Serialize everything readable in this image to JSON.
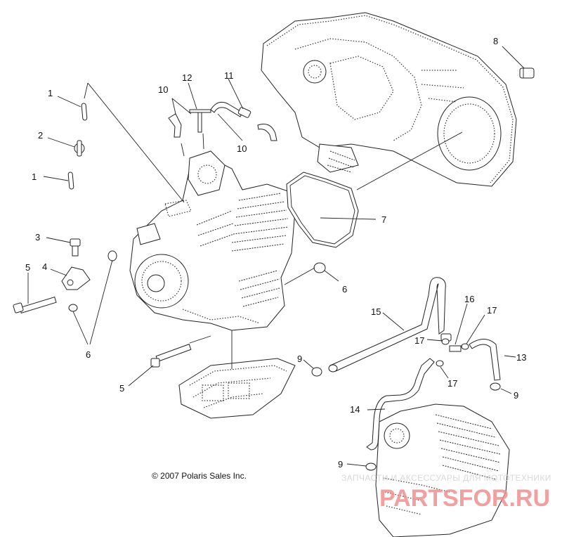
{
  "callouts": {
    "c1a": "1",
    "c1b": "1",
    "c2": "2",
    "c3": "3",
    "c4": "4",
    "c5a": "5",
    "c5b": "5",
    "c6a": "6",
    "c6b": "6",
    "c7": "7",
    "c8": "8",
    "c9a": "9",
    "c9b": "9",
    "c9c": "9",
    "c10a": "10",
    "c10b": "10",
    "c11": "11",
    "c12": "12",
    "c13": "13",
    "c14": "14",
    "c15": "15",
    "c16": "16",
    "c17a": "17",
    "c17b": "17",
    "c17c": "17"
  },
  "copyright": "© 2007 Polaris Sales Inc.",
  "watermark": {
    "tagline": "ЗАПЧАСТИ И АКСЕССУАРЫ ДЛЯ МОТОТЕХНИКИ",
    "logo": "PARTSFOR.RU"
  },
  "colors": {
    "line": "#222222",
    "watermark": "#ef8f8f",
    "background": "#ffffff"
  }
}
